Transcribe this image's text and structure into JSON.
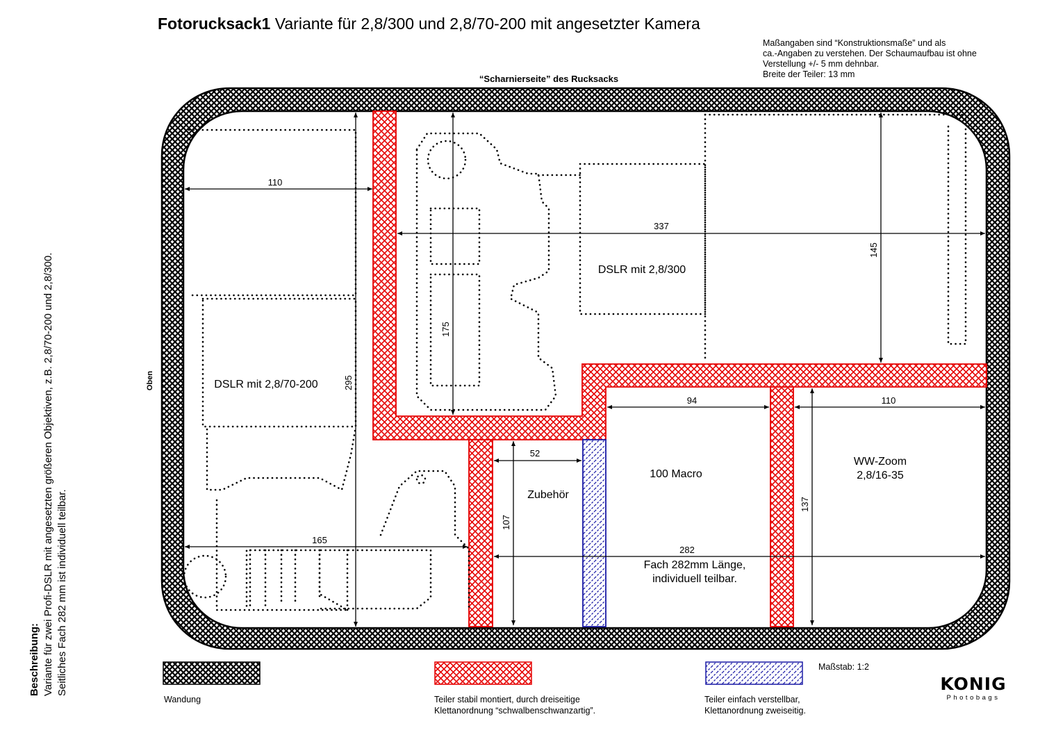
{
  "title": {
    "bold": "Fotorucksack1",
    "rest": "Variante für 2,8/300 und 2,8/70-200 mit angesetzter Kamera"
  },
  "note_lines": [
    "Maßangaben sind “Konstruktionsmaße” und als",
    "ca.-Angaben zu verstehen. Der Schaumaufbau ist ohne",
    "Verstellung +/- 5 mm dehnbar.",
    "Breite der Teiler: 13 mm"
  ],
  "hinge_label": "“Scharnierseite” des Rucksacks",
  "top_label": "Oben",
  "description": {
    "heading": "Beschreibung:",
    "lines": [
      "Variante für zwei Profi-DSLR mit angesetzten größeren Objektiven, z.B. 2,8/70-200 und 2,8/300.",
      "Seitliches Fach 282 mm ist individuell teilbar."
    ]
  },
  "compartments": {
    "dslr_300": "DSLR mit 2,8/300",
    "dslr_70_200": "DSLR mit 2,8/70-200",
    "zubehoer": "Zubehör",
    "macro": "100 Macro",
    "ww_zoom_1": "WW-Zoom",
    "ww_zoom_2": "2,8/16-35",
    "fach_1": "Fach 282mm Länge,",
    "fach_2": "individuell teilbar."
  },
  "dimensions": {
    "d110_top": "110",
    "d337": "337",
    "d145": "145",
    "d175": "175",
    "d295": "295",
    "d94": "94",
    "d110_right": "110",
    "d52": "52",
    "d107": "107",
    "d137": "137",
    "d165": "165",
    "d282": "282"
  },
  "legend": {
    "wall": "Wandung",
    "fixed_1": "Teiler stabil montiert, durch dreiseitige",
    "fixed_2": "Klettanordnung “schwalbenschwanzartig”.",
    "adjust_1": "Teiler einfach verstellbar,",
    "adjust_2": "Klettanordnung zweiseitig.",
    "scale": "Maßstab: 1:2"
  },
  "logo": {
    "name": "KONIG",
    "sub": "Photobags"
  },
  "colors": {
    "wall": "#000000",
    "fixed_divider": "#e60000",
    "adjustable_divider": "#1a1aa6"
  }
}
